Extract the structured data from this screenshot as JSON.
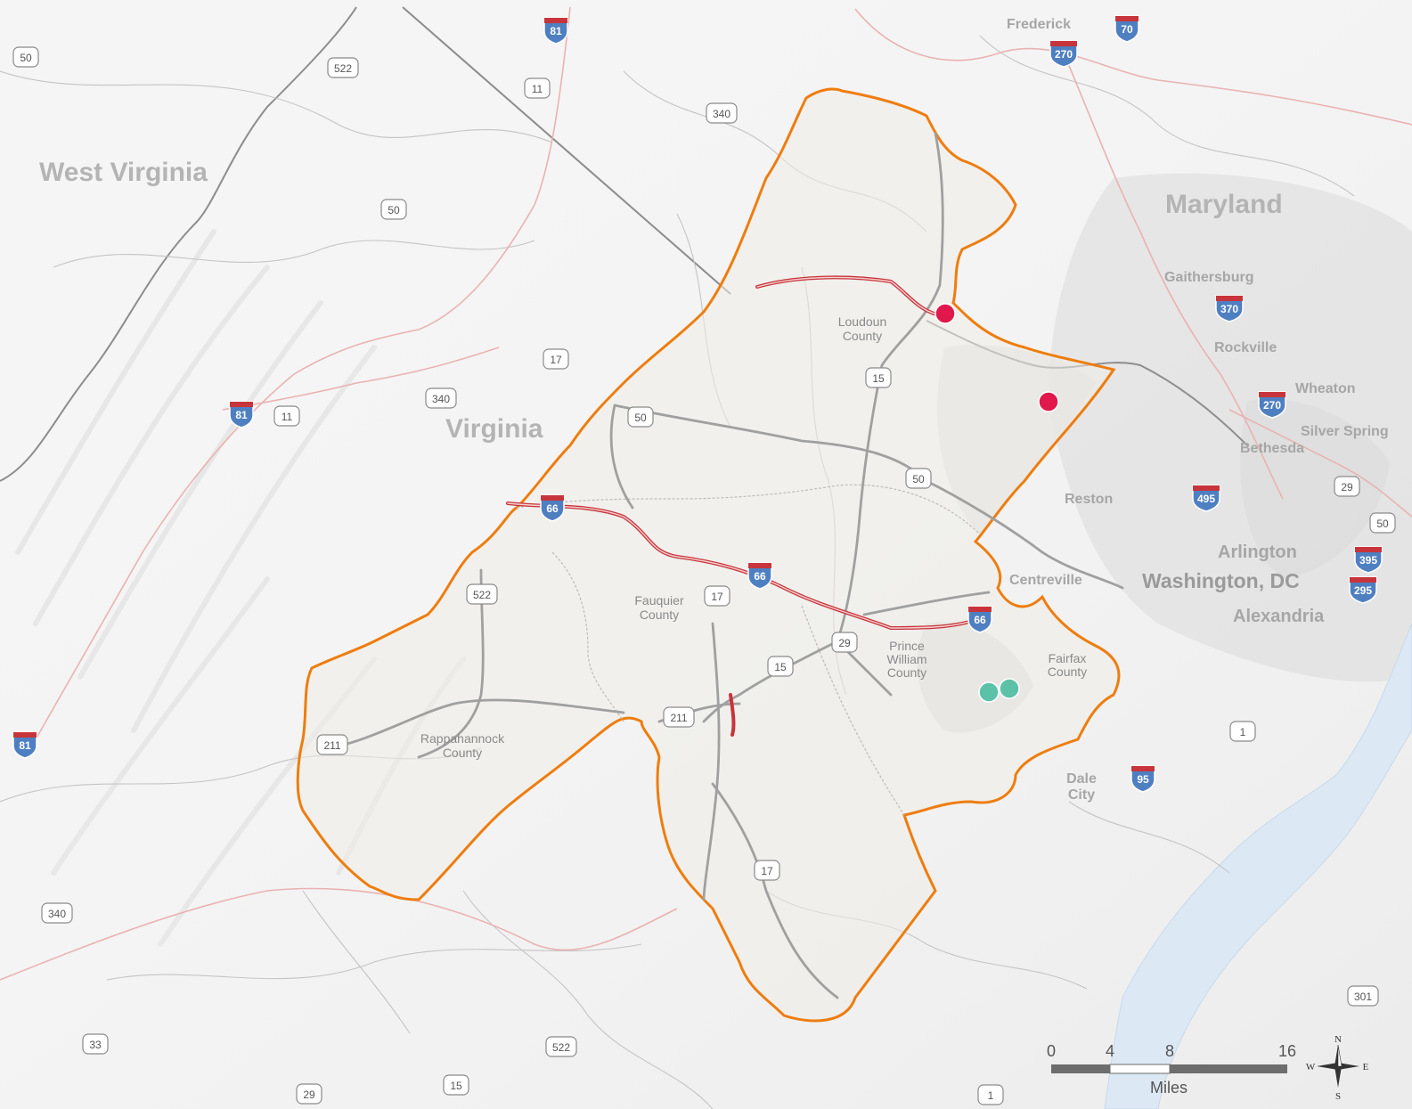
{
  "map": {
    "region_labels": {
      "west_virginia": "West Virginia",
      "maryland": "Maryland",
      "virginia": "Virginia"
    },
    "county_labels": {
      "loudoun_1": "Loudoun",
      "loudoun_2": "County",
      "fauquier_1": "Fauquier",
      "fauquier_2": "County",
      "rappahannock_1": "Rappahannock",
      "rappahannock_2": "County",
      "prince_william_1": "Prince",
      "prince_william_2": "William",
      "prince_william_3": "County",
      "fairfax_1": "Fairfax",
      "fairfax_2": "County"
    },
    "city_labels": {
      "frederick": "Frederick",
      "gaithersburg": "Gaithersburg",
      "rockville": "Rockville",
      "wheaton": "Wheaton",
      "silver_spring": "Silver Spring",
      "bethesda": "Bethesda",
      "reston": "Reston",
      "centreville": "Centreville",
      "arlington": "Arlington",
      "washington_dc": "Washington, DC",
      "alexandria": "Alexandria",
      "dale_city_1": "Dale",
      "dale_city_2": "City"
    },
    "interstate_shields": {
      "i81_top": "81",
      "i70": "70",
      "i270_top": "270",
      "i370": "370",
      "i270_mid": "270",
      "i495": "495",
      "i395": "395",
      "i295": "295",
      "i81_mid": "81",
      "i81_left": "81",
      "i66_a": "66",
      "i66_b": "66",
      "i66_c": "66",
      "i95": "95"
    },
    "us_route_shields": {
      "r50_tl": "50",
      "r522_top": "522",
      "r11_top": "11",
      "r340_top": "340",
      "r50_mid": "50",
      "r17_top": "17",
      "r340_mid": "340",
      "r11_mid": "11",
      "r50_a": "50",
      "r15_top": "15",
      "r50_b": "50",
      "r29_right": "29",
      "r50_right": "50",
      "r522_mid": "522",
      "r17_mid": "17",
      "r29_mid": "29",
      "r15_mid": "15",
      "r211_a": "211",
      "r211_b": "211",
      "r1_mid": "1",
      "r17_bot": "17",
      "r340_bot": "340",
      "r33": "33",
      "r522_bot": "522",
      "r15_bot": "15",
      "r29_bot": "29",
      "r1_bot": "1",
      "r301": "301"
    },
    "points": [
      {
        "type": "red",
        "color": "#e0184b"
      },
      {
        "type": "red",
        "color": "#e0184b"
      },
      {
        "type": "teal",
        "color": "#5cc2a7"
      },
      {
        "type": "teal",
        "color": "#5cc2a7"
      }
    ],
    "colors": {
      "boundary": "#ee7d0f",
      "interstate": "#c8343b",
      "interstate_shield": "#4e7fc1",
      "highway": "#9e9e9e",
      "water": "#d8e6f3",
      "urban": "#d5d5d5",
      "land": "#f4f4f4"
    },
    "scale_bar": {
      "ticks": [
        "0",
        "4",
        "8",
        "16"
      ],
      "unit": "Miles"
    },
    "compass": {
      "n": "N",
      "s": "S",
      "e": "E",
      "w": "W"
    }
  }
}
